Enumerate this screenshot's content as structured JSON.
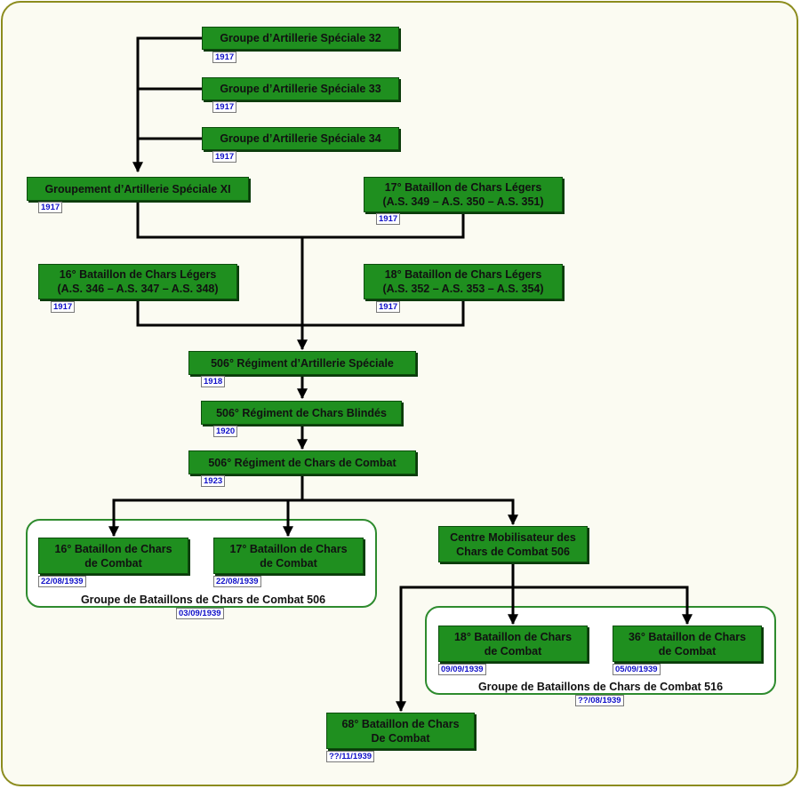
{
  "nodes": {
    "gas32": {
      "lines": [
        "Groupe d’Artillerie Spéciale 32"
      ],
      "date": "1917"
    },
    "gas33": {
      "lines": [
        "Groupe d’Artillerie Spéciale 33"
      ],
      "date": "1917"
    },
    "gas34": {
      "lines": [
        "Groupe d’Artillerie Spéciale 34"
      ],
      "date": "1917"
    },
    "gasxi": {
      "lines": [
        "Groupement d’Artillerie Spéciale XI"
      ],
      "date": "1917"
    },
    "b17l": {
      "lines": [
        "17° Bataillon de Chars Légers",
        "(A.S. 349 – A.S. 350 – A.S. 351)"
      ],
      "date": "1917"
    },
    "b16l": {
      "lines": [
        "16° Bataillon de Chars Légers",
        "(A.S. 346 – A.S. 347 – A.S. 348)"
      ],
      "date": "1917"
    },
    "b18l": {
      "lines": [
        "18° Bataillon de Chars Légers",
        "(A.S. 352 – A.S. 353 – A.S. 354)"
      ],
      "date": "1917"
    },
    "r506as": {
      "lines": [
        "506° Régiment d’Artillerie Spéciale"
      ],
      "date": "1918"
    },
    "r506cb": {
      "lines": [
        "506° Régiment de Chars Blindés"
      ],
      "date": "1920"
    },
    "r506cc": {
      "lines": [
        "506° Régiment de Chars de Combat"
      ],
      "date": "1923"
    },
    "b16c": {
      "lines": [
        "16° Bataillon de Chars",
        "de Combat"
      ],
      "date": "22/08/1939"
    },
    "b17c": {
      "lines": [
        "17° Bataillon de Chars",
        "de Combat"
      ],
      "date": "22/08/1939"
    },
    "cm506": {
      "lines": [
        "Centre Mobilisateur des",
        "Chars de Combat 506"
      ],
      "date": ""
    },
    "b18c": {
      "lines": [
        "18° Bataillon de Chars",
        "de Combat"
      ],
      "date": "09/09/1939"
    },
    "b36c": {
      "lines": [
        "36° Bataillon de Chars",
        "de Combat"
      ],
      "date": "05/09/1939"
    },
    "b68c": {
      "lines": [
        "68° Bataillon de Chars",
        "De Combat"
      ],
      "date": "??/11/1939"
    }
  },
  "groups": {
    "g506": {
      "label": "Groupe de Bataillons de Chars de Combat 506",
      "date": "03/09/1939"
    },
    "g516": {
      "label": "Groupe de Bataillons de Chars de Combat 516",
      "date": "??/08/1939"
    }
  },
  "colors": {
    "node": "#1f8f1f",
    "frame": "#8c8c1e",
    "date_text": "#1010c8"
  }
}
